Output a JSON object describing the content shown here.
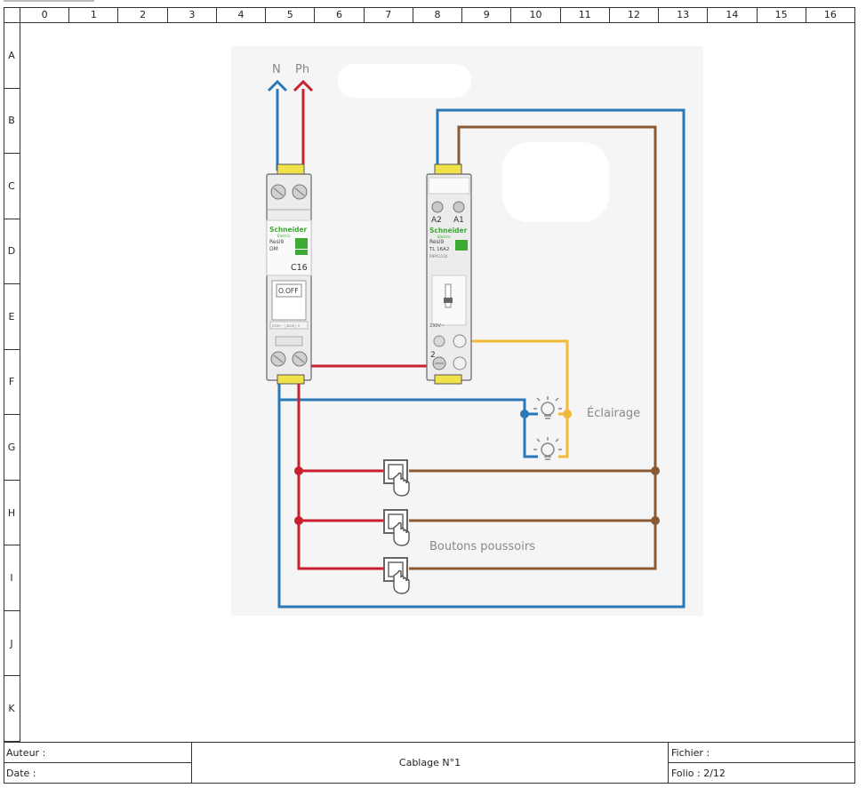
{
  "grid": {
    "columns": [
      "0",
      "1",
      "2",
      "3",
      "4",
      "5",
      "6",
      "7",
      "8",
      "9",
      "10",
      "11",
      "12",
      "13",
      "14",
      "15",
      "16"
    ],
    "rows": [
      "A",
      "B",
      "C",
      "D",
      "E",
      "F",
      "G",
      "H",
      "I",
      "J",
      "K"
    ]
  },
  "diagram": {
    "neutral_label": "N",
    "phase_label": "Ph",
    "breaker": {
      "brand": "Schneider",
      "brand_sub": "Electric",
      "range": "Resi9",
      "model": "DM",
      "rating": "C16",
      "switch_label": "O.OFF",
      "strip_text": "230V~  | 3000 | 3"
    },
    "relay": {
      "brand": "Schneider",
      "brand_sub": "Electric",
      "range": "Resi9",
      "model": "TL 16A2",
      "ref": "R9PCL116",
      "terminal_a2": "A2",
      "terminal_a1": "A1",
      "voltage": "230V~",
      "terminal_2": "2"
    },
    "lighting_label": "Éclairage",
    "buttons_label": "Boutons poussoirs",
    "colors": {
      "neutral": "#2a78b8",
      "phase": "#c8202f",
      "return": "#8a5a35",
      "lamp_wire": "#f0b93a"
    }
  },
  "title_block": {
    "author_label": "Auteur :",
    "date_label": "Date :",
    "title": "Cablage N°1",
    "file_label": "Fichier :",
    "folio": "Folio : 2/12"
  }
}
